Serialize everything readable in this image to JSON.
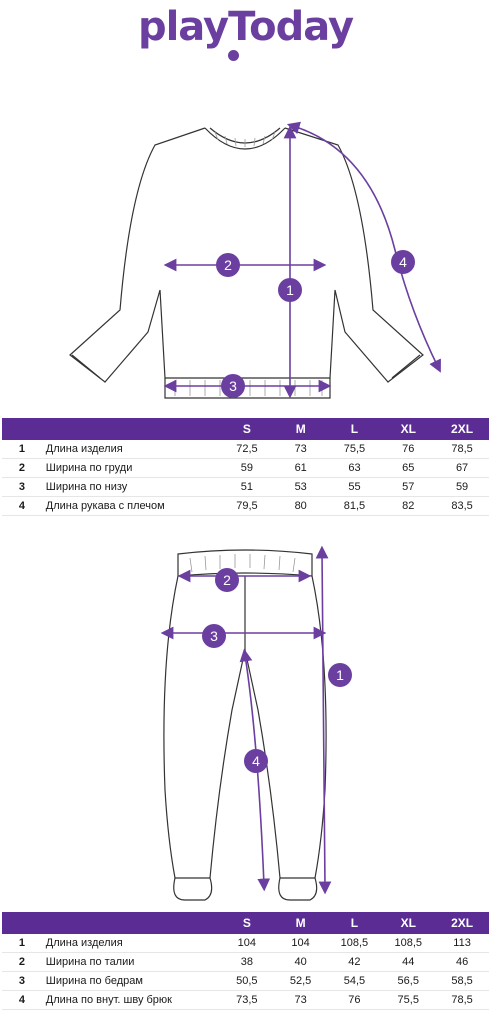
{
  "brand": {
    "logo_text": "playToday"
  },
  "colors": {
    "accent": "#5b2d94",
    "line": "#6b3fa0"
  },
  "top_table": {
    "sizes": [
      "S",
      "M",
      "L",
      "XL",
      "2XL"
    ],
    "rows": [
      {
        "num": "1",
        "label": "Длина изделия",
        "values": [
          "72,5",
          "73",
          "75,5",
          "76",
          "78,5"
        ]
      },
      {
        "num": "2",
        "label": "Ширина по груди",
        "values": [
          "59",
          "61",
          "63",
          "65",
          "67"
        ]
      },
      {
        "num": "3",
        "label": "Ширина по низу",
        "values": [
          "51",
          "53",
          "55",
          "57",
          "59"
        ]
      },
      {
        "num": "4",
        "label": "Длина рукава с плечом",
        "values": [
          "79,5",
          "80",
          "81,5",
          "82",
          "83,5"
        ]
      }
    ]
  },
  "bottom_table": {
    "sizes": [
      "S",
      "M",
      "L",
      "XL",
      "2XL"
    ],
    "rows": [
      {
        "num": "1",
        "label": "Длина изделия",
        "values": [
          "104",
          "104",
          "108,5",
          "108,5",
          "113"
        ]
      },
      {
        "num": "2",
        "label": "Ширина по талии",
        "values": [
          "38",
          "40",
          "42",
          "44",
          "46"
        ]
      },
      {
        "num": "3",
        "label": "Ширина по бедрам",
        "values": [
          "50,5",
          "52,5",
          "54,5",
          "56,5",
          "58,5"
        ]
      },
      {
        "num": "4",
        "label": "Длина по внут. шву брюк",
        "values": [
          "73,5",
          "73",
          "76",
          "75,5",
          "78,5"
        ]
      }
    ]
  },
  "sweatshirt_markers": [
    "1",
    "2",
    "3",
    "4"
  ],
  "pants_markers": [
    "1",
    "2",
    "3",
    "4"
  ]
}
